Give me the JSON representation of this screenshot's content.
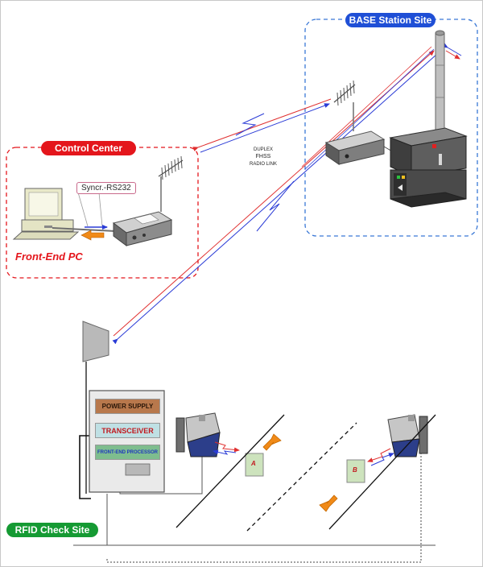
{
  "regions": {
    "control_center": "Control Center",
    "base_station": "BASE Station Site",
    "rfid_check": "RFID Check Site"
  },
  "front_end_pc": "Front-End PC",
  "serial_link": "Syncr.-RS232",
  "radio_link": {
    "line1": "DUPLEX",
    "line2": "FHSS",
    "line3": "RADIO LINK"
  },
  "cabinet_modules": {
    "power_supply": "POWER SUPPLY",
    "transceiver": "TRANSCEIVER",
    "front_end_processor": "FRONT-END PROCESSOR"
  },
  "tags": {
    "a": "A",
    "b": "B"
  },
  "colors": {
    "control_center": "#e4161c",
    "base_station": "#1f4fd6",
    "rfid_check": "#159a33",
    "link_red": "#e03030",
    "link_blue": "#2a3bd6"
  }
}
